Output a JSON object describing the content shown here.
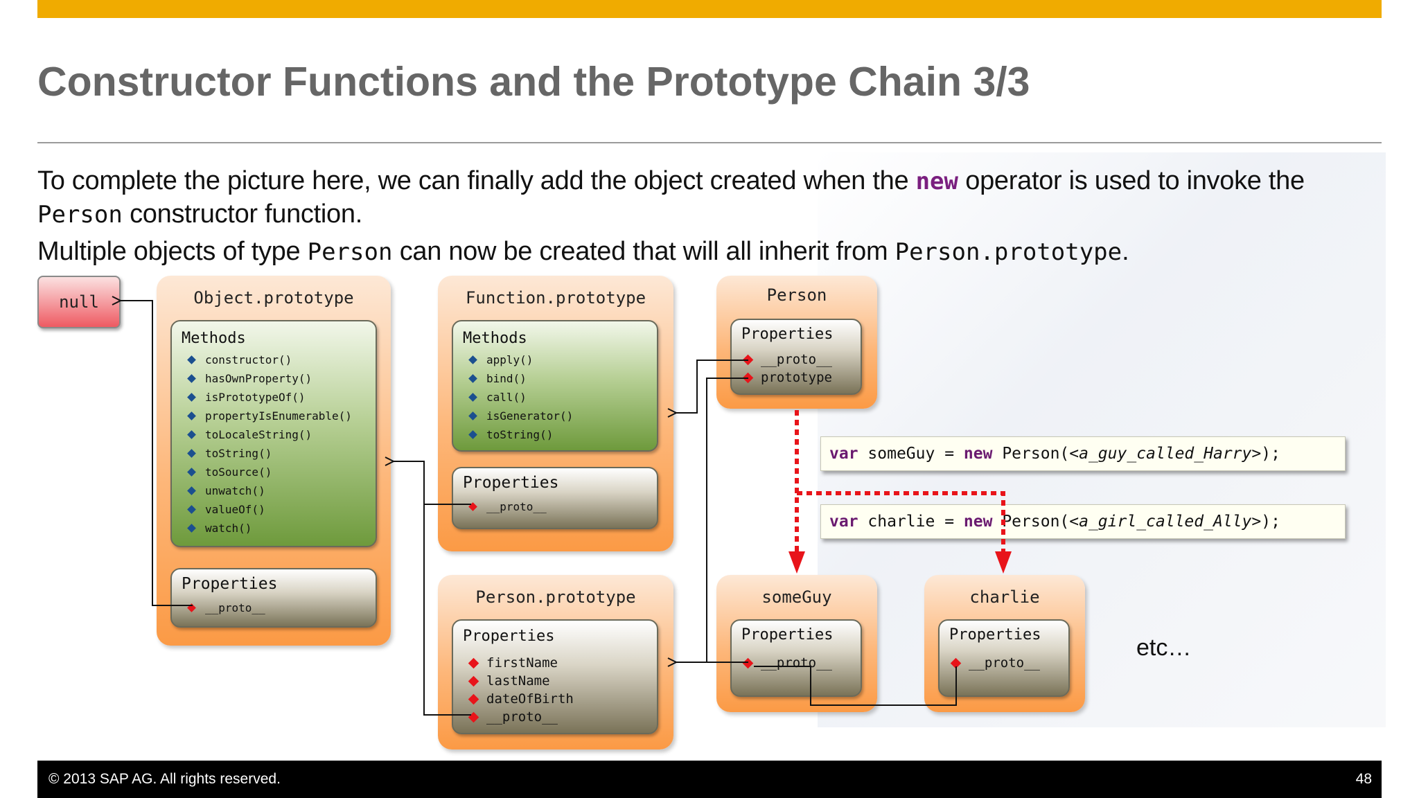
{
  "slide": {
    "title": "Constructor Functions and the Prototype Chain 3/3",
    "para1_a": "To complete the picture here, we can finally add the object created when the",
    "para1_kw": "new",
    "para1_b": "operator is used to invoke the",
    "para2_code": "Person",
    "para2_b": "constructor function.",
    "para3_a": "Multiple objects of type",
    "para3_code1": "Person",
    "para3_b": "can now be created that will all inherit from",
    "para3_code2": "Person.prototype",
    "para3_c": "."
  },
  "diagram": {
    "null_label": "null",
    "object_prototype": {
      "title": "Object.prototype",
      "methods_title": "Methods",
      "methods": [
        "constructor()",
        "hasOwnProperty()",
        "isPrototypeOf()",
        "propertyIsEnumerable()",
        "toLocaleString()",
        "toString()",
        "toSource()",
        "unwatch()",
        "valueOf()",
        "watch()"
      ],
      "properties_title": "Properties",
      "properties": [
        "__proto__"
      ]
    },
    "function_prototype": {
      "title": "Function.prototype",
      "methods_title": "Methods",
      "methods": [
        "apply()",
        "bind()",
        "call()",
        "isGenerator()",
        "toString()"
      ],
      "properties_title": "Properties",
      "properties": [
        "__proto__"
      ]
    },
    "person": {
      "title": "Person",
      "properties_title": "Properties",
      "properties": [
        "__proto__",
        "prototype"
      ]
    },
    "person_prototype": {
      "title": "Person.prototype",
      "properties_title": "Properties",
      "properties": [
        "firstName",
        "lastName",
        "dateOfBirth",
        "__proto__"
      ]
    },
    "someguy": {
      "title": "someGuy",
      "properties_title": "Properties",
      "properties": [
        "__proto__"
      ]
    },
    "charlie": {
      "title": "charlie",
      "properties_title": "Properties",
      "properties": [
        "__proto__"
      ]
    },
    "code1": {
      "var": "var",
      "name": "someGuy",
      "eq": "=",
      "new": "new",
      "ctor": "Person(",
      "arg": "<a_guy_called_Harry>",
      "end": ");"
    },
    "code2": {
      "var": "var",
      "name": "charlie",
      "eq": "=",
      "new": "new",
      "ctor": "Person(",
      "arg": "<a_girl_called_Ally>",
      "end": ");"
    },
    "etc": "etc…"
  },
  "footer": {
    "copyright": "© 2013 SAP AG. All rights reserved.",
    "page_number": "48"
  },
  "colors": {
    "accent_bar": "#f0ab00",
    "keyword": "#7a1f7f",
    "object_box": "#fb9a45",
    "null_box": "#ee5a62",
    "dotted_arrow": "#e8141a"
  }
}
